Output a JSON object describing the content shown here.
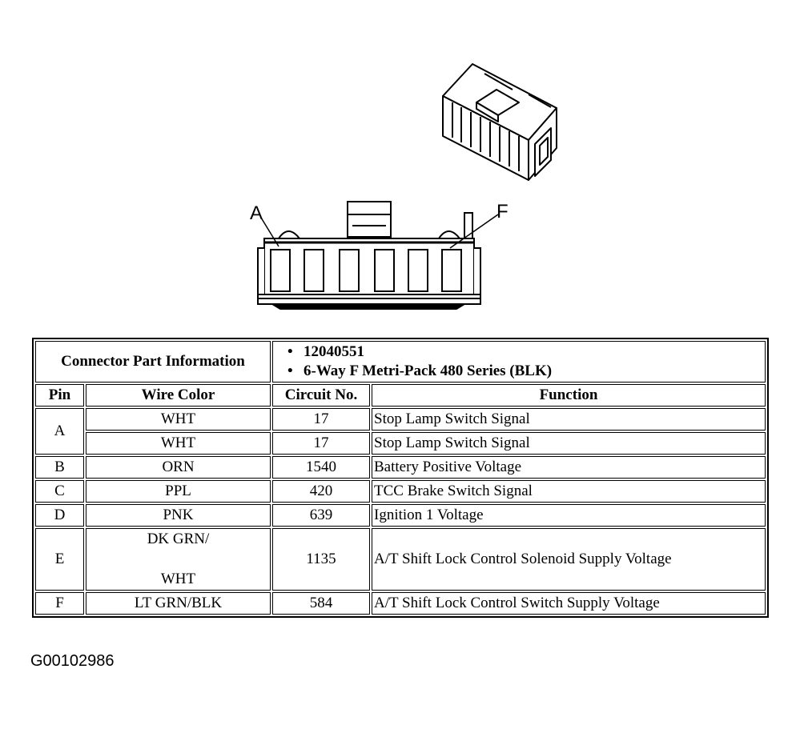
{
  "diagram": {
    "label_pin_a": "A",
    "label_pin_f": "F"
  },
  "table": {
    "connector_info_label": "Connector Part Information",
    "part_number": "12040551",
    "connector_description": "6-Way F Metri-Pack 480 Series (BLK)",
    "headers": {
      "pin": "Pin",
      "wire_color": "Wire Color",
      "circuit_no": "Circuit No.",
      "function": "Function"
    },
    "rows": [
      {
        "pin": "A",
        "wire_color": "WHT",
        "circuit": "17",
        "function": "Stop Lamp Switch Signal"
      },
      {
        "pin": "",
        "wire_color": "WHT",
        "circuit": "17",
        "function": "Stop Lamp Switch Signal"
      },
      {
        "pin": "B",
        "wire_color": "ORN",
        "circuit": "1540",
        "function": "Battery Positive Voltage"
      },
      {
        "pin": "C",
        "wire_color": "PPL",
        "circuit": "420",
        "function": "TCC Brake Switch Signal"
      },
      {
        "pin": "D",
        "wire_color": "PNK",
        "circuit": "639",
        "function": "Ignition 1 Voltage"
      },
      {
        "pin": "E",
        "wire_color_line1": "DK GRN/",
        "wire_color_line2": "WHT",
        "circuit": "1135",
        "function": "A/T Shift Lock Control Solenoid Supply Voltage"
      },
      {
        "pin": "F",
        "wire_color": "LT GRN/BLK",
        "circuit": "584",
        "function": "A/T Shift Lock Control Switch Supply Voltage"
      }
    ]
  },
  "figure_id": "G00102986"
}
